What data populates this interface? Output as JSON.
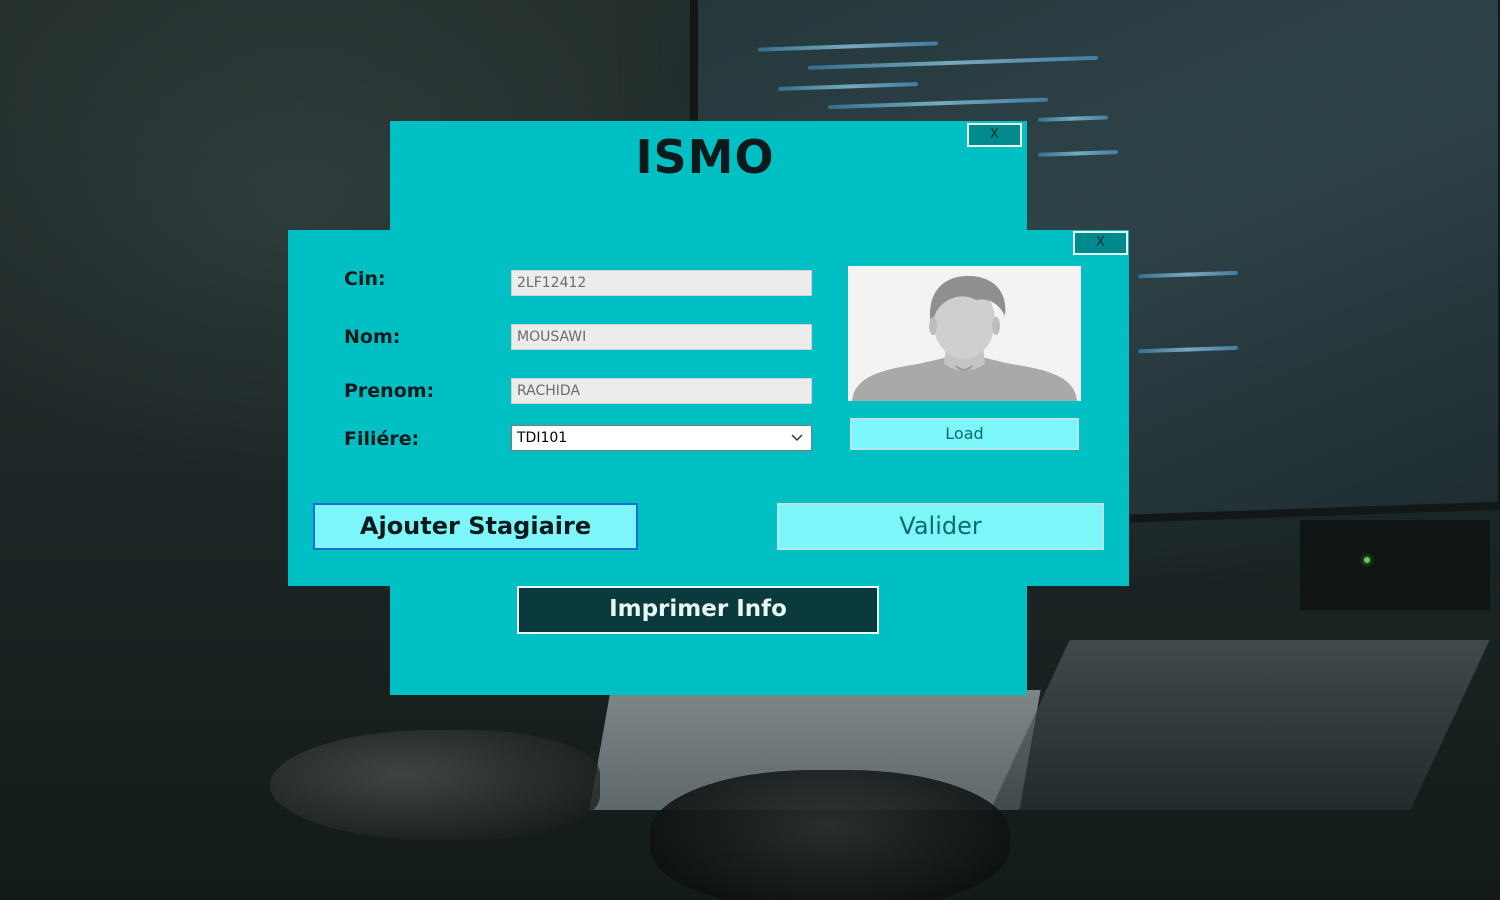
{
  "window": {
    "title": "ISMO",
    "close_label": "X"
  },
  "form": {
    "close_label": "X",
    "fields": [
      {
        "label": "Cin:",
        "value": "2LF12412"
      },
      {
        "label": "Nom:",
        "value": "MOUSAWI"
      },
      {
        "label": "Prenom:",
        "value": "RACHIDA"
      }
    ],
    "filiere": {
      "label": "Filiére:",
      "selected": "TDI101"
    },
    "photo": {
      "icon": "user-avatar-icon",
      "load_label": "Load"
    },
    "buttons": {
      "ajouter": "Ajouter Stagiaire",
      "valider": "Valider",
      "imprimer": "Imprimer Info"
    }
  },
  "colors": {
    "panel": "#00c0c4",
    "button_light": "#7cf6f8",
    "button_dark": "#0b3a3c",
    "focus_border": "#1d6fd6"
  }
}
